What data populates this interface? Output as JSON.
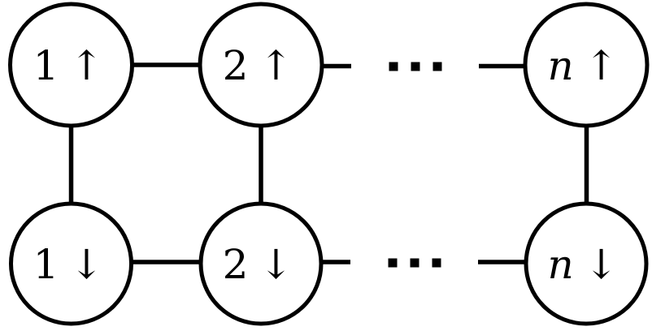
{
  "diagram": {
    "background_color": "#ffffff",
    "line_color": "#000000",
    "description_type": "graph-ladder",
    "nodes": [
      {
        "id": "node-1-up",
        "symbol": "1",
        "arrow": "↑",
        "row": "top",
        "col": "1"
      },
      {
        "id": "node-2-up",
        "symbol": "2",
        "arrow": "↑",
        "row": "top",
        "col": "2"
      },
      {
        "id": "node-n-up",
        "symbol": "n",
        "arrow": "↑",
        "row": "top",
        "col": "n"
      },
      {
        "id": "node-1-down",
        "symbol": "1",
        "arrow": "↓",
        "row": "bottom",
        "col": "1"
      },
      {
        "id": "node-2-down",
        "symbol": "2",
        "arrow": "↓",
        "row": "bottom",
        "col": "2"
      },
      {
        "id": "node-n-down",
        "symbol": "n",
        "arrow": "↓",
        "row": "bottom",
        "col": "n"
      }
    ],
    "ellipsis_symbol": "···",
    "edges": [
      [
        "node-1-up",
        "node-2-up"
      ],
      [
        "node-2-up",
        "ellipsis-top"
      ],
      [
        "ellipsis-top",
        "node-n-up"
      ],
      [
        "node-1-down",
        "node-2-down"
      ],
      [
        "node-2-down",
        "ellipsis-bottom"
      ],
      [
        "ellipsis-bottom",
        "node-n-down"
      ],
      [
        "node-1-up",
        "node-1-down"
      ],
      [
        "node-2-up",
        "node-2-down"
      ],
      [
        "node-n-up",
        "node-n-down"
      ]
    ]
  }
}
